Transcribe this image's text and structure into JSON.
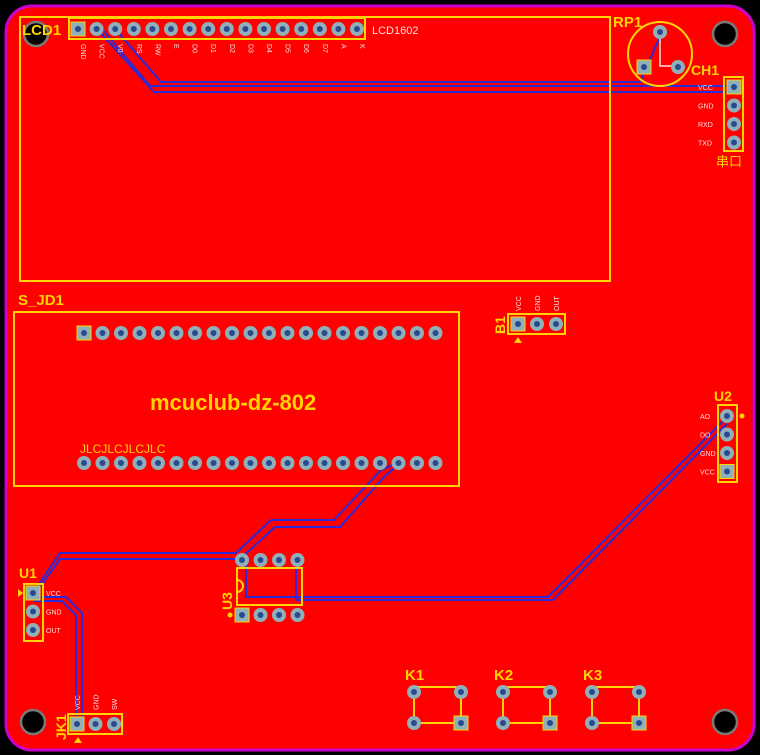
{
  "board": {
    "title": "mcuclub-dz-802",
    "outline_color": "#cc00cc",
    "copper_color": "#ff0000",
    "silk_color": "#ffd400",
    "trace_color": "#2a2ad8"
  },
  "components": {
    "lcd": {
      "designator": "LCD1",
      "value": "LCD1602",
      "pins": [
        "GND",
        "VCC",
        "V0",
        "RS",
        "RW",
        "E",
        "D0",
        "D1",
        "D2",
        "D3",
        "D4",
        "D5",
        "D6",
        "D7",
        "A",
        "K"
      ]
    },
    "pot": {
      "designator": "RP1"
    },
    "serial": {
      "designator": "CH1",
      "label": "串口",
      "pins": [
        "VCC",
        "GND",
        "RXD",
        "TXD"
      ]
    },
    "buzzer": {
      "designator": "B1",
      "pins": [
        "VCC",
        "GND",
        "OUT"
      ]
    },
    "mcu": {
      "designator": "S_JD1",
      "marking": "JLCJLCJLCJLC"
    },
    "sensor": {
      "designator": "U2",
      "pins": [
        "AO",
        "DO",
        "GND",
        "VCC"
      ]
    },
    "regulator": {
      "designator": "U1",
      "pins": [
        "VCC",
        "GND",
        "OUT"
      ]
    },
    "chip": {
      "designator": "U3"
    },
    "power_jack": {
      "designator": "JK1",
      "pins": [
        "VCC",
        "GND",
        "SW"
      ]
    },
    "keys": [
      "K1",
      "K2",
      "K3"
    ]
  }
}
